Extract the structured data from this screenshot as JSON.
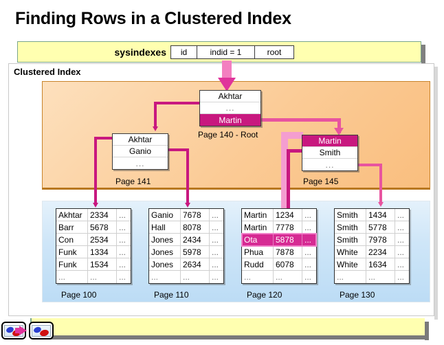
{
  "title": "Finding Rows in a Clustered Index",
  "sysindexes": {
    "label": "sysindexes",
    "cells": [
      {
        "text": "id"
      },
      {
        "text": "indid = 1"
      },
      {
        "text": "root"
      }
    ]
  },
  "panel": {
    "title": "Clustered Index"
  },
  "index_nodes": [
    {
      "id": "root",
      "page_label": "Page 140 - Root",
      "rows": [
        {
          "text": "Akhtar",
          "highlight": false
        },
        {
          "text": "...",
          "highlight": false,
          "dots": true
        },
        {
          "text": "Martin",
          "highlight": true
        }
      ]
    },
    {
      "id": "page141",
      "page_label": "Page 141",
      "rows": [
        {
          "text": "Akhtar",
          "highlight": false
        },
        {
          "text": "Ganio",
          "highlight": false
        },
        {
          "text": "...",
          "highlight": false,
          "dots": true
        }
      ]
    },
    {
      "id": "page145",
      "page_label": "Page 145",
      "rows": [
        {
          "text": "Martin",
          "highlight": true
        },
        {
          "text": "Smith",
          "highlight": false
        },
        {
          "text": "...",
          "highlight": false,
          "dots": true
        }
      ]
    }
  ],
  "leaf_pages": [
    {
      "id": "page100",
      "page_label": "Page 100",
      "rows": [
        {
          "name": "Akhtar",
          "num": "2334",
          "etc": "...",
          "highlight": false
        },
        {
          "name": "Barr",
          "num": "5678",
          "etc": "...",
          "highlight": false
        },
        {
          "name": "Con",
          "num": "2534",
          "etc": "...",
          "highlight": false
        },
        {
          "name": "Funk",
          "num": "1334",
          "etc": "...",
          "highlight": false
        },
        {
          "name": "Funk",
          "num": "1534",
          "etc": "...",
          "highlight": false
        },
        {
          "name": "...",
          "num": "...",
          "etc": "...",
          "highlight": false,
          "dots": true
        }
      ]
    },
    {
      "id": "page110",
      "page_label": "Page 110",
      "rows": [
        {
          "name": "Ganio",
          "num": "7678",
          "etc": "...",
          "highlight": false
        },
        {
          "name": "Hall",
          "num": "8078",
          "etc": "...",
          "highlight": false
        },
        {
          "name": "Jones",
          "num": "2434",
          "etc": "...",
          "highlight": false
        },
        {
          "name": "Jones",
          "num": "5978",
          "etc": "...",
          "highlight": false
        },
        {
          "name": "Jones",
          "num": "2634",
          "etc": "...",
          "highlight": false
        },
        {
          "name": "...",
          "num": "...",
          "etc": "...",
          "highlight": false,
          "dots": true
        }
      ]
    },
    {
      "id": "page120",
      "page_label": "Page 120",
      "rows": [
        {
          "name": "Martin",
          "num": "1234",
          "etc": "...",
          "highlight": false
        },
        {
          "name": "Martin",
          "num": "7778",
          "etc": "...",
          "highlight": false
        },
        {
          "name": "Ota",
          "num": "5878",
          "etc": "...",
          "highlight": true
        },
        {
          "name": "Phua",
          "num": "7878",
          "etc": "...",
          "highlight": false
        },
        {
          "name": "Rudd",
          "num": "6078",
          "etc": "...",
          "highlight": false
        },
        {
          "name": "...",
          "num": "...",
          "etc": "...",
          "highlight": false,
          "dots": true
        }
      ]
    },
    {
      "id": "page130",
      "page_label": "Page 130",
      "rows": [
        {
          "name": "Smith",
          "num": "1434",
          "etc": "...",
          "highlight": false
        },
        {
          "name": "Smith",
          "num": "5778",
          "etc": "...",
          "highlight": false
        },
        {
          "name": "Smith",
          "num": "7978",
          "etc": "...",
          "highlight": false
        },
        {
          "name": "White",
          "num": "2234",
          "etc": "...",
          "highlight": false
        },
        {
          "name": "White",
          "num": "1634",
          "etc": "...",
          "highlight": false
        },
        {
          "name": "...",
          "num": "...",
          "etc": "...",
          "highlight": false,
          "dots": true
        }
      ]
    }
  ],
  "navigation": {
    "back_label": "previous-slide",
    "forward_label": "next-slide"
  },
  "colors": {
    "accent_pink": "#c8187f",
    "light_pink": "#e8549f",
    "index_region": "#fbcb96",
    "leaf_region": "#cfe6f8",
    "yellow_bar": "#ffffb0"
  }
}
